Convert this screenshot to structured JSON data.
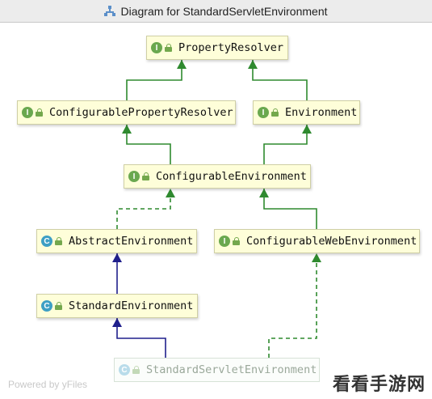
{
  "window": {
    "title": "Diagram for StandardServletEnvironment"
  },
  "nodes": [
    {
      "id": "property-resolver",
      "label": "PropertyResolver",
      "kind": "interface",
      "badge": "I"
    },
    {
      "id": "configurable-property-resolver",
      "label": "ConfigurablePropertyResolver",
      "kind": "interface",
      "badge": "I"
    },
    {
      "id": "environment",
      "label": "Environment",
      "kind": "interface",
      "badge": "I"
    },
    {
      "id": "configurable-environment",
      "label": "ConfigurableEnvironment",
      "kind": "interface",
      "badge": "I"
    },
    {
      "id": "abstract-environment",
      "label": "AbstractEnvironment",
      "kind": "abstract-class",
      "badge": "C"
    },
    {
      "id": "configurable-web-environment",
      "label": "ConfigurableWebEnvironment",
      "kind": "interface",
      "badge": "I"
    },
    {
      "id": "standard-environment",
      "label": "StandardEnvironment",
      "kind": "class",
      "badge": "C"
    },
    {
      "id": "standard-servlet-environment",
      "label": "StandardServletEnvironment",
      "kind": "class",
      "badge": "C"
    }
  ],
  "edges": [
    {
      "from": "configurable-property-resolver",
      "to": "property-resolver",
      "type": "extends-interface"
    },
    {
      "from": "environment",
      "to": "property-resolver",
      "type": "extends-interface"
    },
    {
      "from": "configurable-environment",
      "to": "configurable-property-resolver",
      "type": "extends-interface"
    },
    {
      "from": "configurable-environment",
      "to": "environment",
      "type": "extends-interface"
    },
    {
      "from": "abstract-environment",
      "to": "configurable-environment",
      "type": "implements"
    },
    {
      "from": "configurable-web-environment",
      "to": "configurable-environment",
      "type": "extends-interface"
    },
    {
      "from": "standard-environment",
      "to": "abstract-environment",
      "type": "extends-class"
    },
    {
      "from": "standard-servlet-environment",
      "to": "standard-environment",
      "type": "extends-class"
    },
    {
      "from": "standard-servlet-environment",
      "to": "configurable-web-environment",
      "type": "implements"
    }
  ],
  "colors": {
    "interface_edge": "#2f8a2f",
    "class_edge": "#1f1f8c",
    "node_fill": "#fefed9",
    "interface_badge": "#6aa84f",
    "class_badge": "#3d9fc4"
  },
  "footer": {
    "text": "Powered by yFiles"
  },
  "watermark": {
    "text": "看看手游网"
  }
}
